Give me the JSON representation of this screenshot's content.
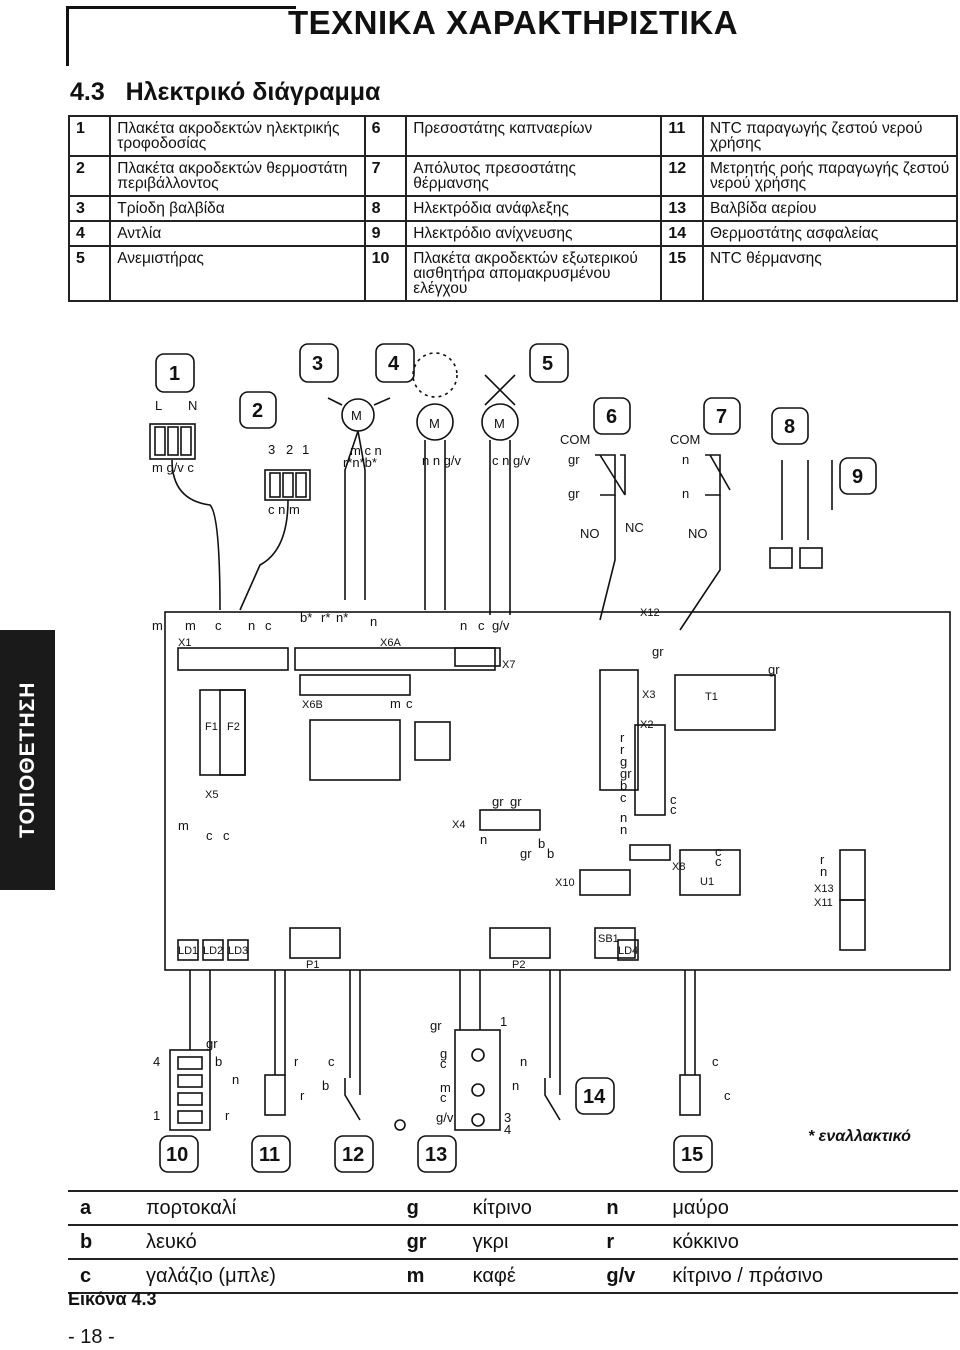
{
  "header": {
    "title": "ΤΕΧΝΙΚΑ ΧΑΡΑΚΤΗΡΙΣΤΙΚΑ"
  },
  "section": {
    "title": "4.3   Ηλεκτρικό διάγραμμα"
  },
  "legend": [
    [
      {
        "n": "1",
        "t": "Πλακέτα ακροδεκτών ηλεκτρικής τροφοδοσίας"
      },
      {
        "n": "6",
        "t": "Πρεσοστάτης καπναερίων"
      },
      {
        "n": "11",
        "t": "NTC παραγωγής ζεστού νερού χρήσης"
      }
    ],
    [
      {
        "n": "2",
        "t": "Πλακέτα ακροδεκτών θερμοστάτη περιβάλλοντος"
      },
      {
        "n": "7",
        "t": "Απόλυτος πρεσοστάτης θέρμανσης"
      },
      {
        "n": "12",
        "t": "Μετρητής ροής παραγωγής ζεστού νερού χρήσης"
      }
    ],
    [
      {
        "n": "3",
        "t": "Τρίοδη βαλβίδα"
      },
      {
        "n": "8",
        "t": "Ηλεκτρόδια ανάφλεξης"
      },
      {
        "n": "13",
        "t": "Βαλβίδα αερίου"
      }
    ],
    [
      {
        "n": "4",
        "t": "Αντλία"
      },
      {
        "n": "9",
        "t": "Ηλεκτρόδιο ανίχνευσης"
      },
      {
        "n": "14",
        "t": "Θερμοστάτης ασφαλείας"
      }
    ],
    [
      {
        "n": "5",
        "t": "Ανεμιστήρας"
      },
      {
        "n": "10",
        "t": "Πλακέτα ακροδεκτών εξωτερικού αισθητήρα απομακρυσμένου ελέγχου"
      },
      {
        "n": "15",
        "t": "NTC θέρμανσης"
      }
    ]
  ],
  "side_tab": "ΤΟΠΟΘΕΤΗΣΗ",
  "diagram": {
    "callouts": [
      "1",
      "2",
      "3",
      "4",
      "5",
      "6",
      "7",
      "8",
      "9",
      "10",
      "11",
      "12",
      "13",
      "14",
      "15"
    ],
    "labels": {
      "l": "L",
      "n": "N",
      "mgvc": "m g/v c",
      "three": "3",
      "two": "2",
      "one": "1",
      "cnm": "c n m",
      "M": "M",
      "tilde": "~",
      "mcn": "m c n",
      "rnb": "r*n*b*",
      "nngv": "n n g/v",
      "cngv": "c n g/v",
      "com": "COM",
      "gr": "gr",
      "nn": "n",
      "no": "NO",
      "nc": "NC",
      "x1": "X1",
      "x6a": "X6A",
      "x7": "X7",
      "x6b": "X6B",
      "x5": "X5",
      "x4": "X4",
      "x3": "X3",
      "x2": "X2",
      "x12": "X12",
      "x10": "X10",
      "x8": "X8",
      "x13": "X13",
      "x11": "X11",
      "sb1": "SB1",
      "ld1": "LD1",
      "ld2": "LD2",
      "ld3": "LD3",
      "ld4": "LD4",
      "p1": "P1",
      "p2": "P2",
      "f1": "F1",
      "f2": "F2",
      "t1": "T1",
      "u1": "U1",
      "four": "4",
      "r": "r",
      "b": "b",
      "c": "c",
      "m": "m",
      "g": "g",
      "gv": "g/v",
      "bstar": "b*",
      "rstar": "r*",
      "nstar": "n*"
    },
    "alt_note": "* εναλλακτικό"
  },
  "colors": [
    [
      {
        "k": "a",
        "v": "πορτοκαλί"
      },
      {
        "k": "g",
        "v": "κίτρινο"
      },
      {
        "k": "n",
        "v": "μαύρο"
      }
    ],
    [
      {
        "k": "b",
        "v": "λευκό"
      },
      {
        "k": "gr",
        "v": "γκρι"
      },
      {
        "k": "r",
        "v": "κόκκινο"
      }
    ],
    [
      {
        "k": "c",
        "v": "γαλάζιο (μπλε)"
      },
      {
        "k": "m",
        "v": "καφέ"
      },
      {
        "k": "g/v",
        "v": "κίτρινο / πράσινο"
      }
    ]
  ],
  "caption": "Εικόνα 4.3",
  "page_number": "- 18 -"
}
